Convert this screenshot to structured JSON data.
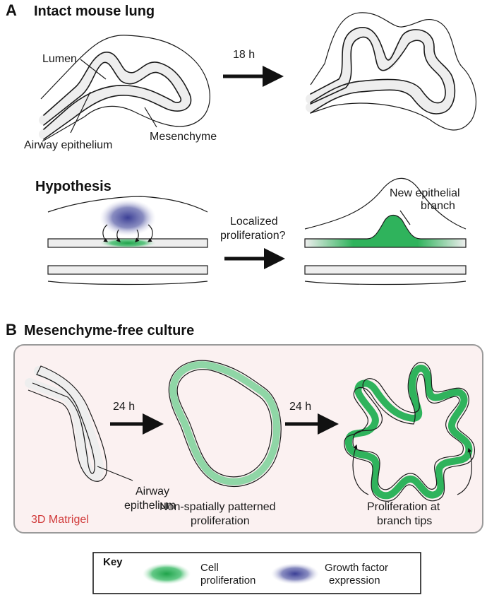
{
  "panel_a": {
    "letter": "A",
    "title": "Intact mouse lung",
    "labels": {
      "lumen": "Lumen",
      "airway_epithelium": "Airway epithelium",
      "mesenchyme": "Mesenchyme"
    },
    "arrow_label": "18 h",
    "hypothesis": {
      "title": "Hypothesis",
      "arrow_label_line1": "Localized",
      "arrow_label_line2": "proliferation?",
      "new_branch_line1": "New epithelial",
      "new_branch_line2": "branch"
    }
  },
  "panel_b": {
    "letter": "B",
    "title": "Mesenchyme-free culture",
    "matrigel": "3D Matrigel",
    "arrow1_label": "24 h",
    "arrow2_label": "24 h",
    "airway_line1": "Airway",
    "airway_line2": "epithelium",
    "nonspatial_line1": "Non-spatially patterned",
    "nonspatial_line2": "proliferation",
    "tips_line1": "Proliferation at",
    "tips_line2": "branch tips"
  },
  "key": {
    "title": "Key",
    "cell_line1": "Cell",
    "cell_line2": "proliferation",
    "growth_line1": "Growth factor",
    "growth_line2": "expression"
  },
  "colors": {
    "proliferation": "#1fa34a",
    "growth_factor": "#4a4f9c",
    "matrigel_bg": "#fbf1f1",
    "matrigel_text": "#d13b3b",
    "tube": "#eeeeee"
  }
}
